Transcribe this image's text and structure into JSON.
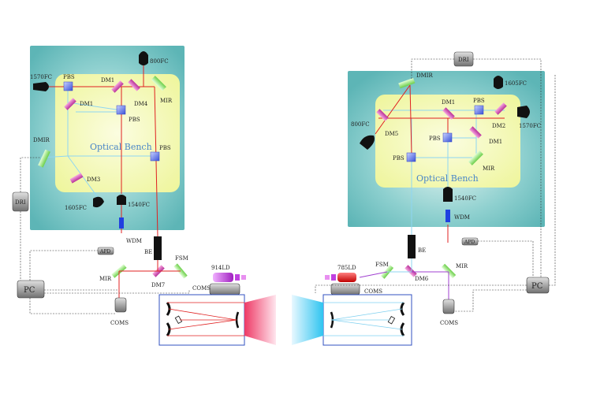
{
  "left": {
    "bench_label": "Optical Bench",
    "labels": {
      "fc800": "800FC",
      "fc1570": "1570FC",
      "pbs_a": "PBS",
      "dm1_a": "DM1",
      "dm4": "DM4",
      "mir_a": "MIR",
      "dm1_b": "DM1",
      "pbs_b": "PBS",
      "pbs_c": "PBS",
      "dmir": "DMIR",
      "dm3": "DM3",
      "fc1605": "1605FC",
      "fc1540": "1540FC",
      "dri": "DRI",
      "wdm": "WDM",
      "apd": "APD",
      "be": "BE",
      "fsm": "FSM",
      "ld": "914LD",
      "mir_b": "MIR",
      "dm7": "DM7",
      "coms_a": "COMS",
      "pc": "PC",
      "coms_b": "COMS"
    }
  },
  "right": {
    "bench_label": "Optical Bench",
    "labels": {
      "dri": "DRI",
      "dmir": "DMIR",
      "fc1605": "1605FC",
      "dm1_a": "DM1",
      "pbs_a": "PBS",
      "dm2": "DM2",
      "fc1570": "1570FC",
      "fc800": "800FC",
      "dm5": "DM5",
      "pbs_b": "PBS",
      "dm1_b": "DM1",
      "pbs_c": "PBS",
      "mir_a": "MIR",
      "fc1540": "1540FC",
      "wdm": "WDM",
      "apd": "APD",
      "be": "BE",
      "ld": "785LD",
      "fsm": "FSM",
      "mir_b": "MIR",
      "dm6": "DM6",
      "coms_a": "COMS",
      "pc": "PC",
      "coms_b": "COMS"
    }
  },
  "colors": {
    "panel": "#6fbfbf",
    "bench": "#f3f7a8",
    "red_beam": "#e02020",
    "blue_beam": "#7fd0f0",
    "purple_beam": "#a040d0",
    "pbs": "#4a60e0",
    "dm": "#d040a0",
    "mir": "#80d860",
    "left_cone": "#f0406a",
    "right_cone": "#38c8f0",
    "frame": "#3050c0"
  }
}
